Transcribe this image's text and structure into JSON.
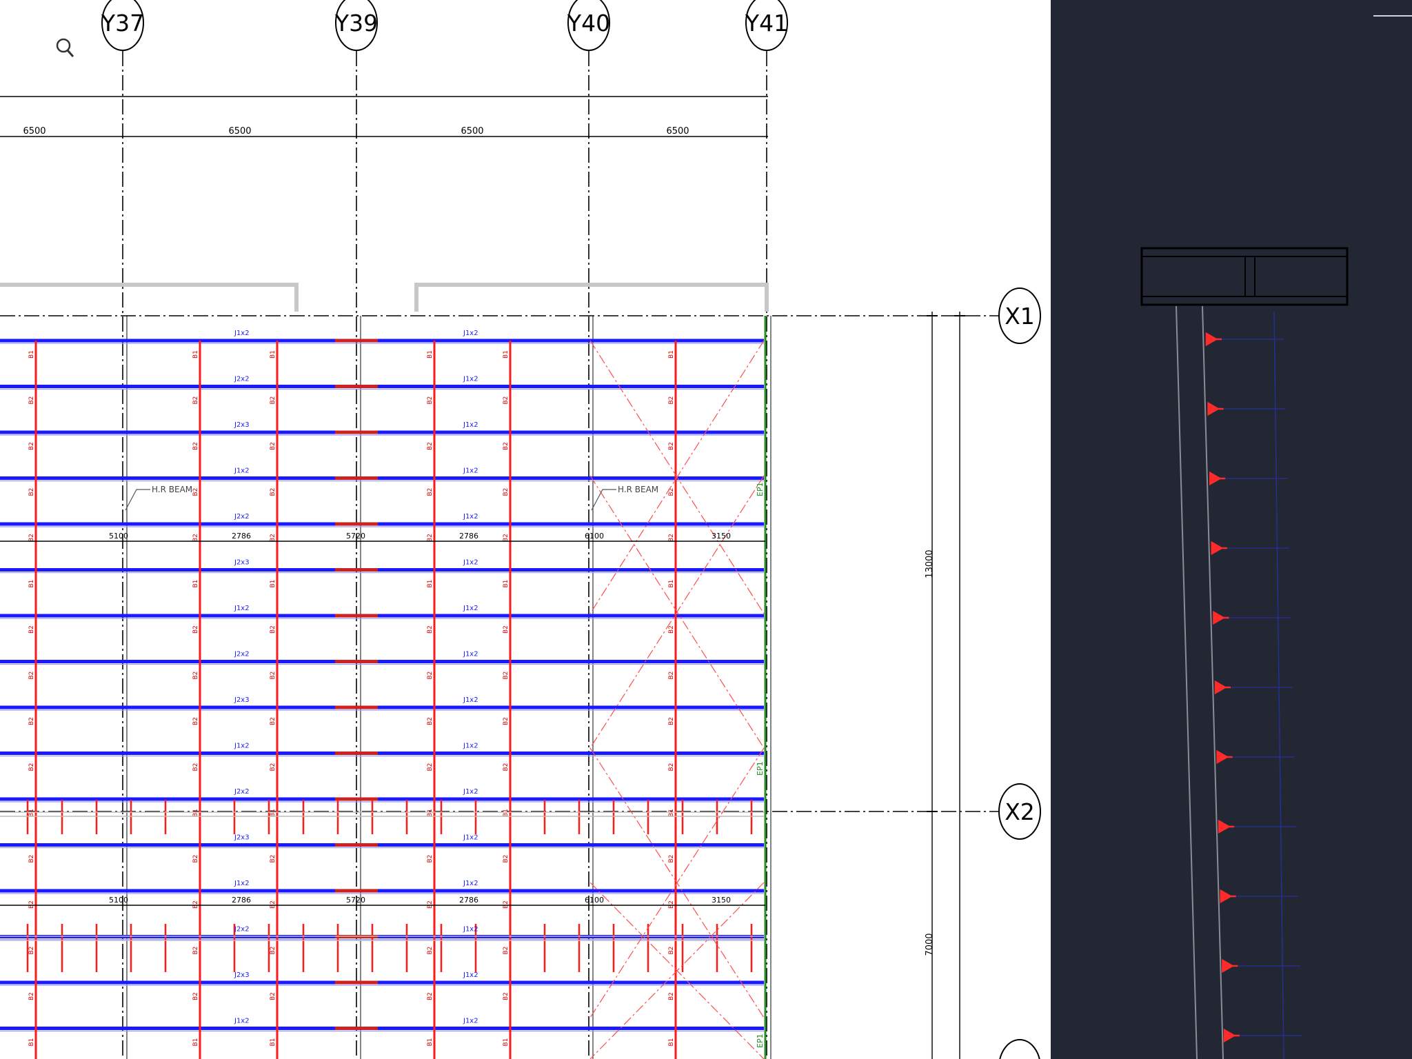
{
  "app": {
    "zoom_tool": "magnifier-icon"
  },
  "grid": {
    "columns": [
      {
        "label": "Y37"
      },
      {
        "label": "Y39"
      },
      {
        "label": "Y40"
      },
      {
        "label": "Y41"
      }
    ],
    "rows": [
      {
        "label": "X1"
      },
      {
        "label": "X2"
      }
    ]
  },
  "dimensions": {
    "top_spans": [
      "6500",
      "6500",
      "6500",
      "6500"
    ],
    "vertical": [
      "13000",
      "7000"
    ],
    "row_a": [
      "5100",
      "2786",
      "5720",
      "2786",
      "6100",
      "3150"
    ],
    "row_b": [
      "5100",
      "2786",
      "5720",
      "2786",
      "6100",
      "3150"
    ]
  },
  "labels": {
    "hr_beam": "H.R BEAM",
    "joists": [
      "J1x2",
      "J2x2",
      "J2x3"
    ],
    "beams": [
      "B1",
      "B2"
    ],
    "end_plate": "EP1"
  },
  "colors": {
    "canvas_bg": "#ffffff",
    "side_panel_bg": "#232733",
    "joist": "#1a1aff",
    "beam": "#ff1a1a",
    "grid_line": "#000000",
    "bracing": "#ff4d4d",
    "end_plate_text": "#1a8a1a",
    "parapet": "#c8c8c8"
  }
}
